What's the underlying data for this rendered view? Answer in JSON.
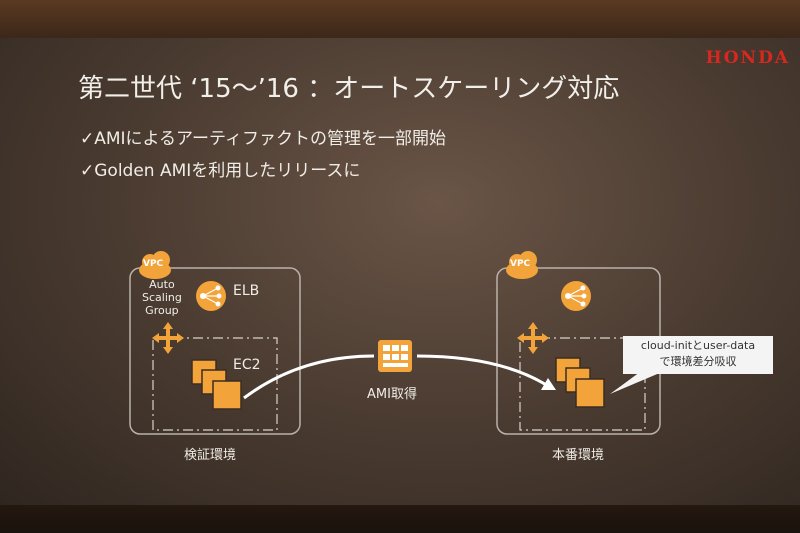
{
  "brand": "HONDA",
  "title": "第二世代 ‘15〜’16 ：オートスケーリング対応",
  "bullets": [
    "✓AMIによるアーティファクトの管理を一部開始",
    "✓Golden AMIを利用したリリースに"
  ],
  "left_env": {
    "vpc_badge": "VPC",
    "asg_label": "Auto\nScaling\nGroup",
    "elb_label": "ELB",
    "ec2_label": "EC2",
    "env_label": "検証環境"
  },
  "ami_label": "AMI取得",
  "right_env": {
    "vpc_badge": "VPC",
    "env_label": "本番環境",
    "callout": "cloud-initとuser-data\nで環境差分吸収"
  },
  "colors": {
    "brand": "#d6281f",
    "aws_orange": "#f2a33a",
    "text": "#f0ede6"
  },
  "icons": [
    "cloud-icon",
    "elb-icon",
    "autoscaling-arrows-icon",
    "ec2-instances-icon",
    "ami-icon"
  ]
}
